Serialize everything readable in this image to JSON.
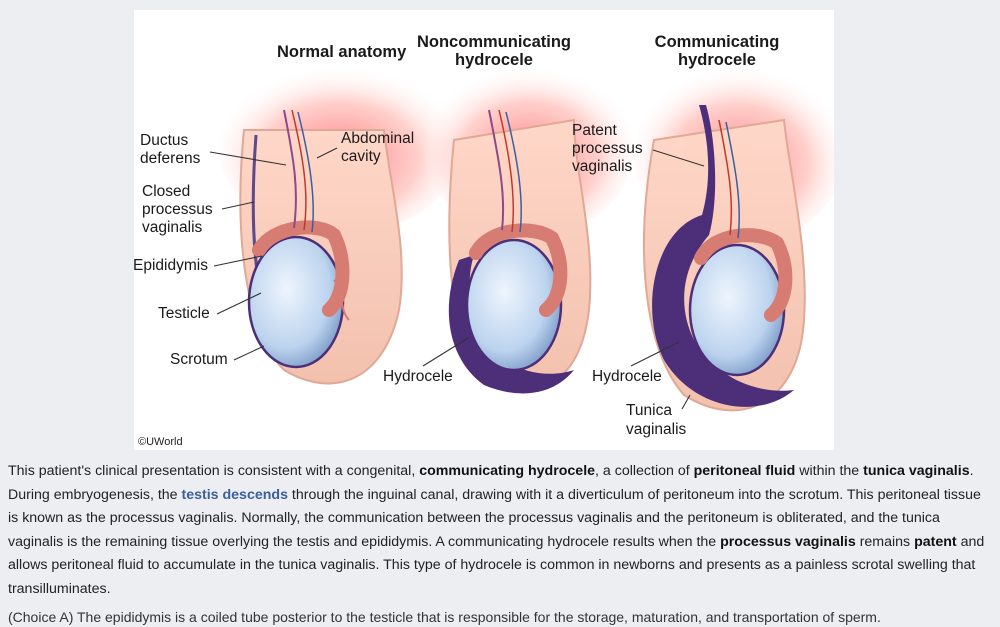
{
  "figure": {
    "panels": [
      {
        "title_lines": [
          "Normal anatomy"
        ]
      },
      {
        "title_lines": [
          "Noncommunicating",
          "hydrocele"
        ]
      },
      {
        "title_lines": [
          "Communicating",
          "hydrocele"
        ]
      }
    ],
    "labels": {
      "ductus": [
        "Ductus",
        "deferens"
      ],
      "abdominal": [
        "Abdominal",
        "cavity"
      ],
      "closed": [
        "Closed",
        "processus",
        "vaginalis"
      ],
      "epididymis": "Epididymis",
      "testicle": "Testicle",
      "scrotum": "Scrotum",
      "hydrocele_mid": "Hydrocele",
      "patent": [
        "Patent",
        "processus",
        "vaginalis"
      ],
      "hydrocele_right": "Hydrocele",
      "tunica": [
        "Tunica",
        "vaginalis"
      ]
    },
    "copyright": "©UWorld",
    "colors": {
      "abdomen_red": "#ff8a8a",
      "testis": "#cfe0f3",
      "epididymis": "#e9938a",
      "hydrocele_fluid": "#4c2f78",
      "scrotum_skin": "#f4c8b4"
    }
  },
  "explanation": {
    "segments": [
      {
        "t": "This patient's clinical presentation is consistent with a congenital, "
      },
      {
        "t": "communicating hydrocele",
        "b": true
      },
      {
        "t": ", a collection of "
      },
      {
        "t": "peritoneal fluid",
        "b": true
      },
      {
        "t": " within the "
      },
      {
        "t": "tunica vaginalis",
        "b": true
      },
      {
        "t": ".  During embryogenesis, the "
      },
      {
        "t": "testis descends",
        "link": true
      },
      {
        "t": " through the inguinal canal, drawing with it a diverticulum of peritoneum into the scrotum.  This peritoneal tissue is known as the processus vaginalis.  Normally, the communication between the processus vaginalis and the peritoneum is obliterated, and the tunica vaginalis is the remaining tissue overlying the testis and epididymis.  A communicating hydrocele results when the "
      },
      {
        "t": "processus vaginalis",
        "b": true
      },
      {
        "t": " remains "
      },
      {
        "t": "patent",
        "b": true
      },
      {
        "t": " and allows peritoneal fluid to accumulate in the tunica vaginalis.  This type of hydrocele is common in newborns and presents as a painless scrotal swelling that transilluminates."
      }
    ],
    "next_line_partial": "(Choice A)  The epididymis is a coiled tube posterior to the testicle that is responsible for the storage, maturation, and transportation of sperm."
  }
}
